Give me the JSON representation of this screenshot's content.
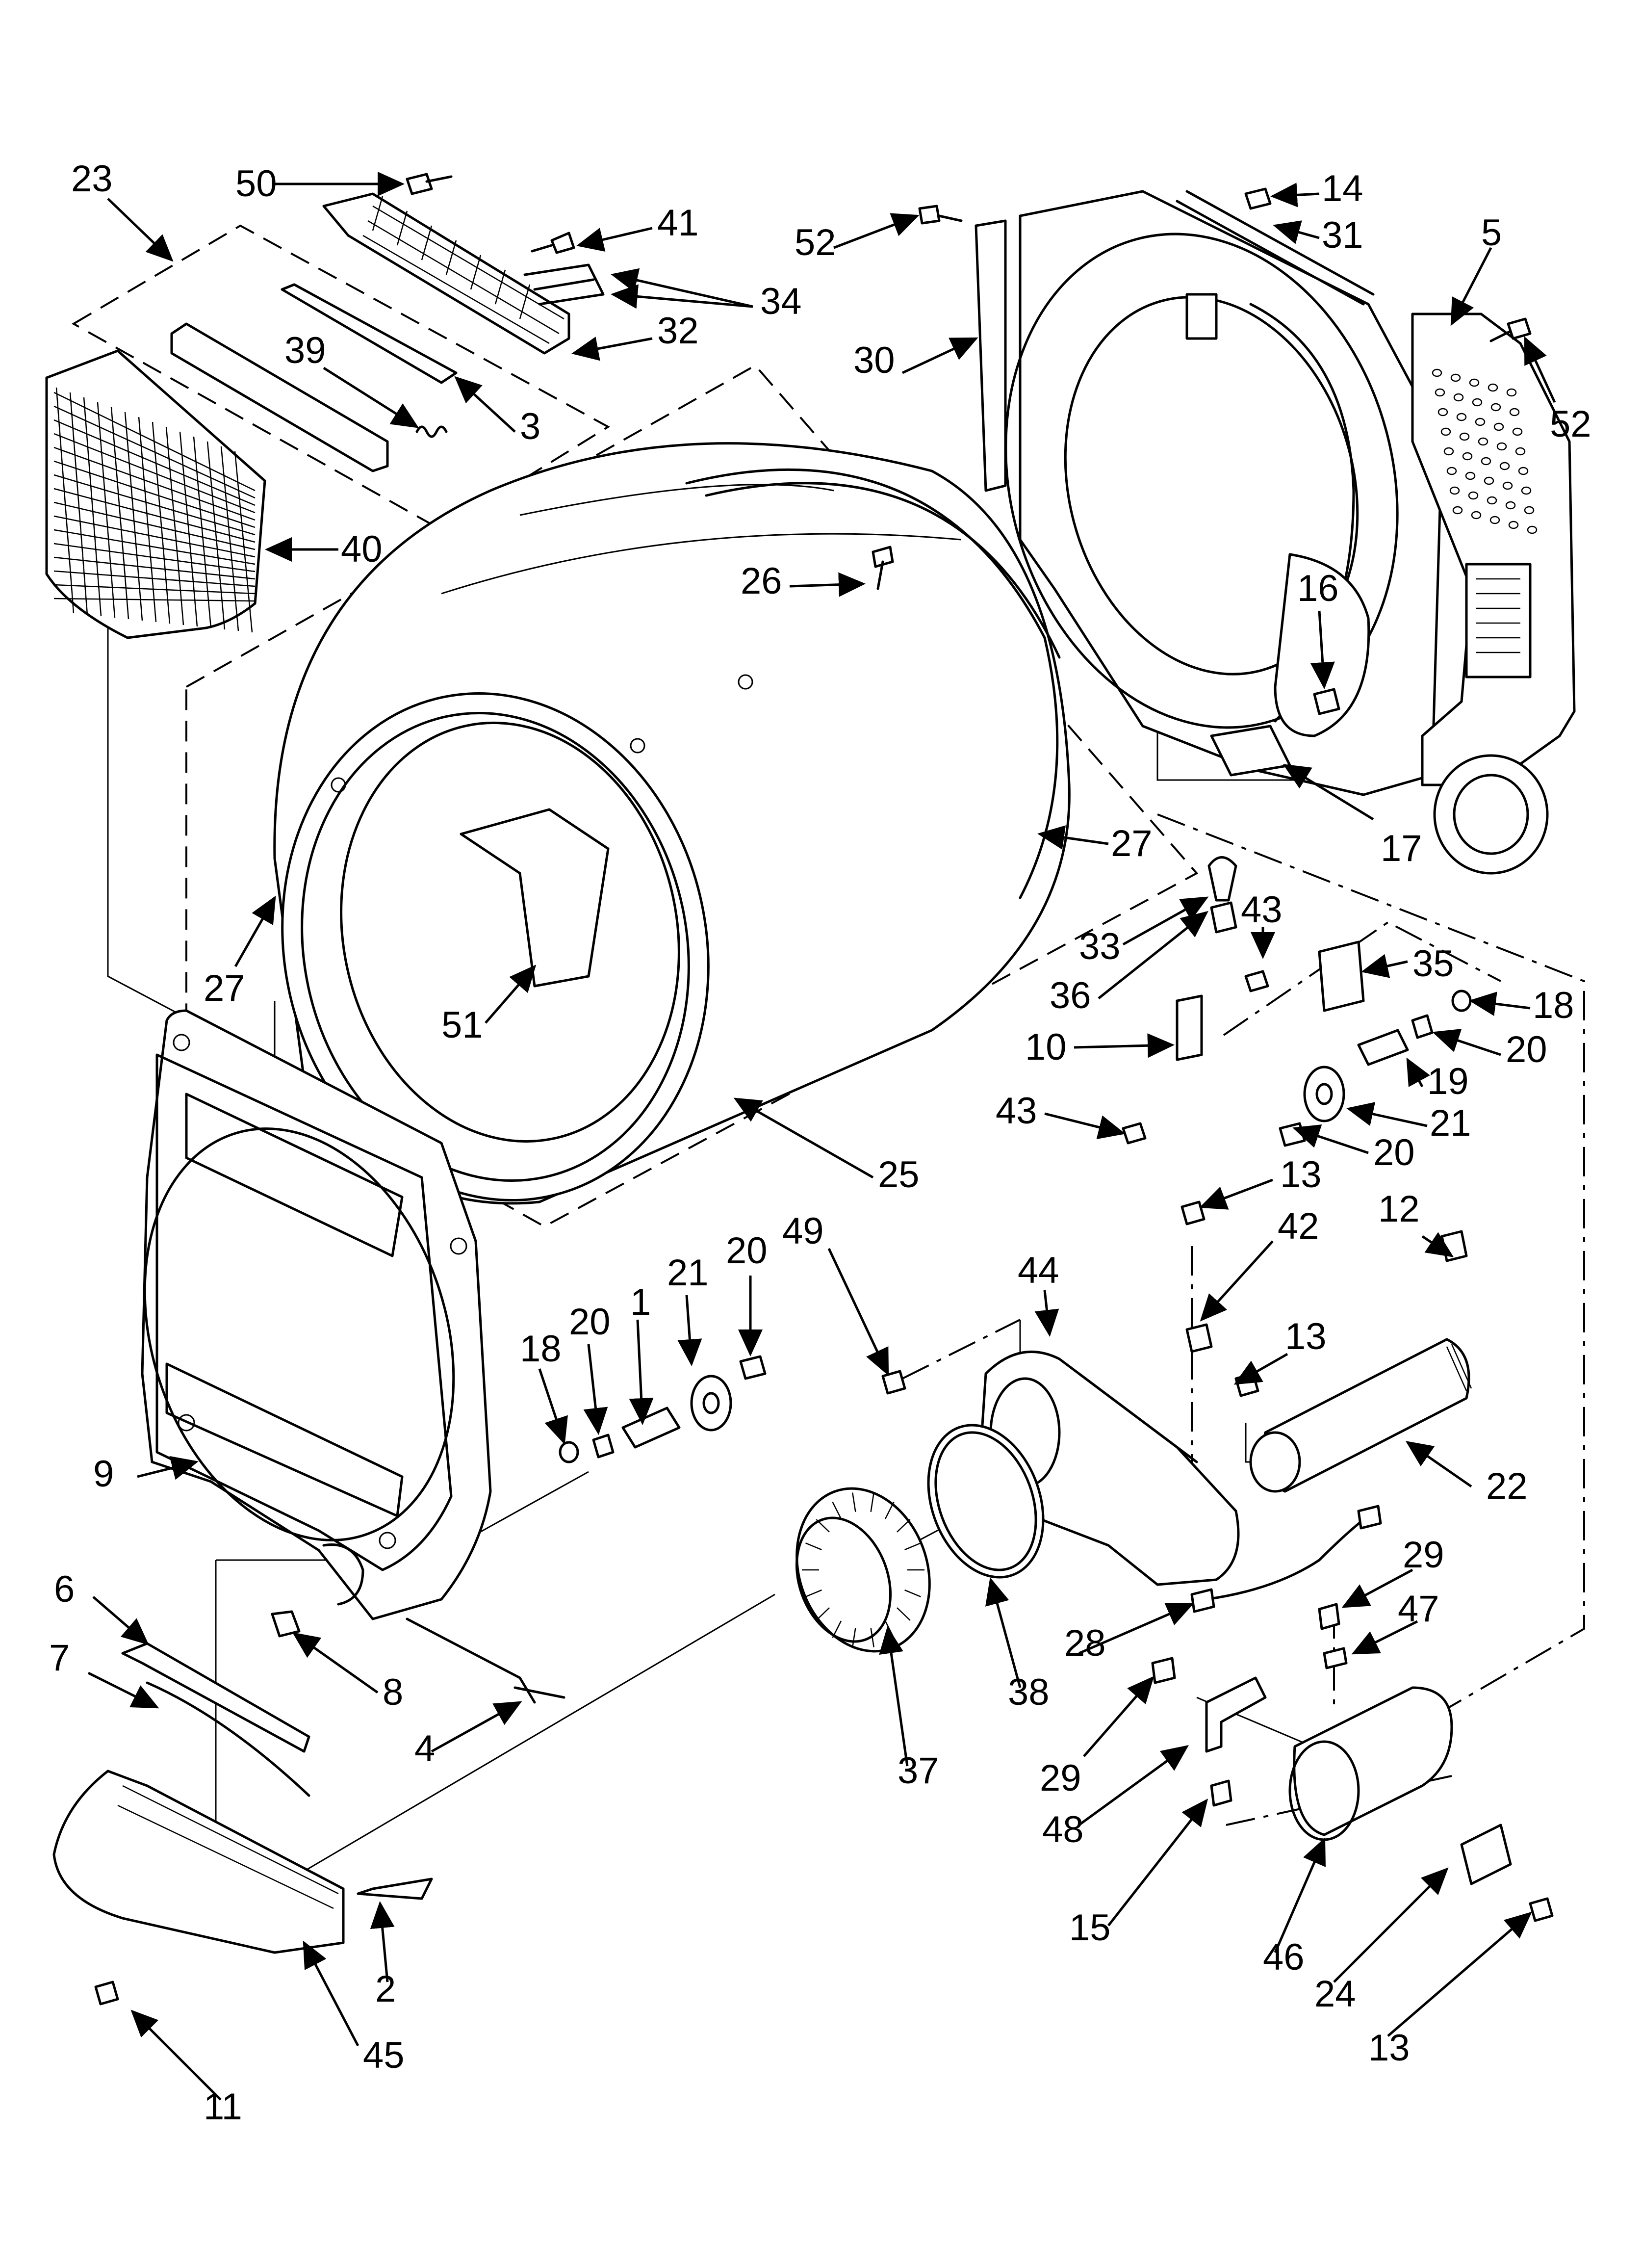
{
  "diagram": {
    "type": "exploded-parts-view",
    "callouts": [
      {
        "id": "c23",
        "label": "23"
      },
      {
        "id": "c50",
        "label": "50"
      },
      {
        "id": "c41",
        "label": "41"
      },
      {
        "id": "c34",
        "label": "34"
      },
      {
        "id": "c32",
        "label": "32"
      },
      {
        "id": "c39",
        "label": "39"
      },
      {
        "id": "c3",
        "label": "3"
      },
      {
        "id": "c40",
        "label": "40"
      },
      {
        "id": "c52a",
        "label": "52"
      },
      {
        "id": "c14",
        "label": "14"
      },
      {
        "id": "c31",
        "label": "31"
      },
      {
        "id": "c5",
        "label": "5"
      },
      {
        "id": "c30",
        "label": "30"
      },
      {
        "id": "c52b",
        "label": "52"
      },
      {
        "id": "c26",
        "label": "26"
      },
      {
        "id": "c16",
        "label": "16"
      },
      {
        "id": "c17",
        "label": "17"
      },
      {
        "id": "c27a",
        "label": "27"
      },
      {
        "id": "c27b",
        "label": "27"
      },
      {
        "id": "c51",
        "label": "51"
      },
      {
        "id": "c33",
        "label": "33"
      },
      {
        "id": "c43a",
        "label": "43"
      },
      {
        "id": "c35",
        "label": "35"
      },
      {
        "id": "c36",
        "label": "36"
      },
      {
        "id": "c18a",
        "label": "18"
      },
      {
        "id": "c10",
        "label": "10"
      },
      {
        "id": "c20a",
        "label": "20"
      },
      {
        "id": "c19",
        "label": "19"
      },
      {
        "id": "c43b",
        "label": "43"
      },
      {
        "id": "c21a",
        "label": "21"
      },
      {
        "id": "c20b",
        "label": "20"
      },
      {
        "id": "c25",
        "label": "25"
      },
      {
        "id": "c13a",
        "label": "13"
      },
      {
        "id": "c12",
        "label": "12"
      },
      {
        "id": "c42",
        "label": "42"
      },
      {
        "id": "c49",
        "label": "49"
      },
      {
        "id": "c20c",
        "label": "20"
      },
      {
        "id": "c44",
        "label": "44"
      },
      {
        "id": "c1",
        "label": "1"
      },
      {
        "id": "c21b",
        "label": "21"
      },
      {
        "id": "c20d",
        "label": "20"
      },
      {
        "id": "c18b",
        "label": "18"
      },
      {
        "id": "c13b",
        "label": "13"
      },
      {
        "id": "c9",
        "label": "9"
      },
      {
        "id": "c22",
        "label": "22"
      },
      {
        "id": "c29a",
        "label": "29"
      },
      {
        "id": "c6",
        "label": "6"
      },
      {
        "id": "c47",
        "label": "47"
      },
      {
        "id": "c28",
        "label": "28"
      },
      {
        "id": "c8",
        "label": "8"
      },
      {
        "id": "c38",
        "label": "38"
      },
      {
        "id": "c7",
        "label": "7"
      },
      {
        "id": "c4",
        "label": "4"
      },
      {
        "id": "c37",
        "label": "37"
      },
      {
        "id": "c29b",
        "label": "29"
      },
      {
        "id": "c48",
        "label": "48"
      },
      {
        "id": "c15",
        "label": "15"
      },
      {
        "id": "c46",
        "label": "46"
      },
      {
        "id": "c24",
        "label": "24"
      },
      {
        "id": "c13c",
        "label": "13"
      },
      {
        "id": "c2",
        "label": "2"
      },
      {
        "id": "c45",
        "label": "45"
      },
      {
        "id": "c11",
        "label": "11"
      }
    ]
  }
}
